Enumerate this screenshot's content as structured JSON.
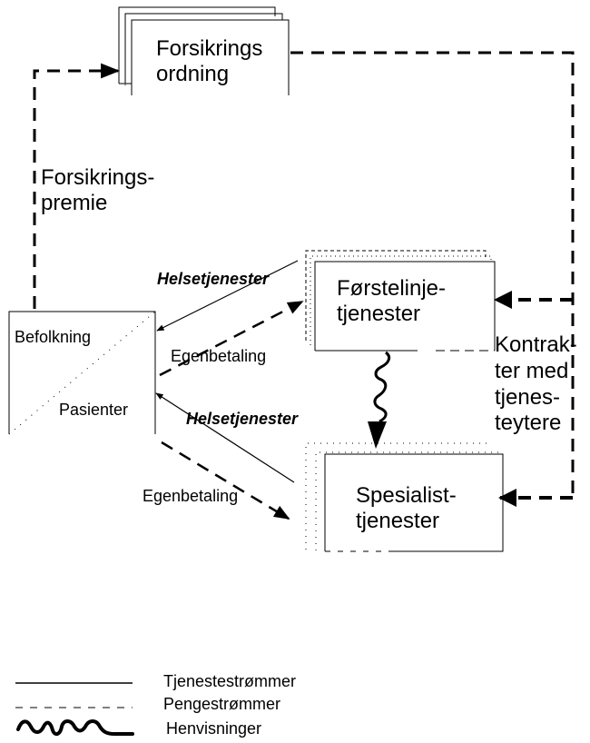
{
  "nodes": {
    "insurance": {
      "lines": [
        "Forsikrings",
        "ordning"
      ]
    },
    "population": {
      "top": "Befolkning",
      "bottom": "Pasienter"
    },
    "primary_care": {
      "lines": [
        "Førstelinje-",
        "tjenester"
      ]
    },
    "specialist": {
      "lines": [
        "Spesialist-",
        "tjenester"
      ]
    }
  },
  "edges": {
    "premium": {
      "lines": [
        "Forsikrings-",
        "premie"
      ]
    },
    "contracts": {
      "lines": [
        "Kontrak-",
        "ter med",
        "tjenes-",
        "teytere"
      ]
    },
    "health_services_primary": "Helsetjenester",
    "copay_primary": "Egenbetaling",
    "health_services_specialist": "Helsetjenester",
    "copay_specialist": "Egenbetaling"
  },
  "legend": [
    {
      "style": "solid",
      "label": "Tjenestestrømmer"
    },
    {
      "style": "dashed",
      "label": "Pengestrømmer"
    },
    {
      "style": "wavy",
      "label": "Henvisninger"
    }
  ]
}
